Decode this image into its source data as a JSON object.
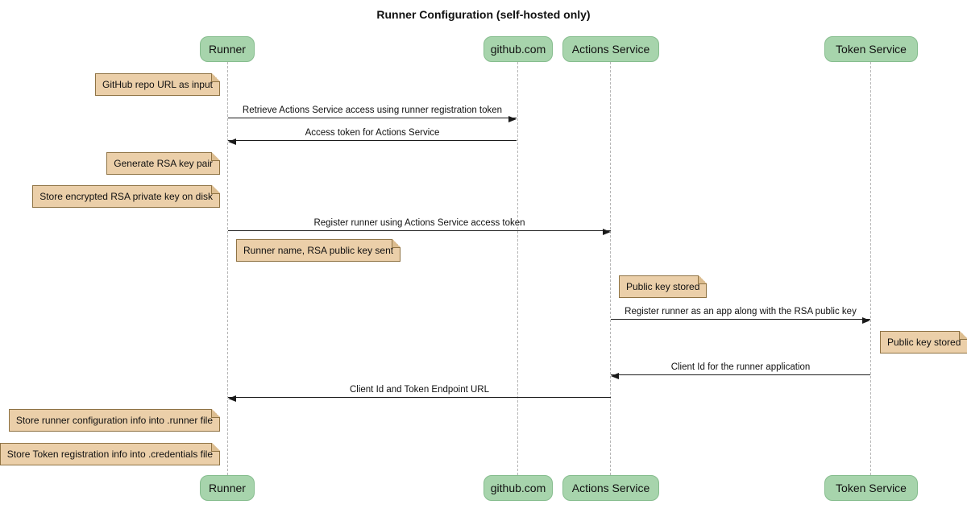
{
  "title": "Runner Configuration (self-hosted only)",
  "participants": [
    {
      "label": "Runner"
    },
    {
      "label": "github.com"
    },
    {
      "label": "Actions Service"
    },
    {
      "label": "Token Service"
    }
  ],
  "messages": [
    {
      "label": "Retrieve Actions Service access using runner registration token",
      "from": "Runner",
      "to": "github.com",
      "direction": "right"
    },
    {
      "label": "Access token for Actions Service",
      "from": "github.com",
      "to": "Runner",
      "direction": "left"
    },
    {
      "label": "Register runner using Actions Service access token",
      "from": "Runner",
      "to": "Actions Service",
      "direction": "right"
    },
    {
      "label": "Register runner as an app along with the RSA public key",
      "from": "Actions Service",
      "to": "Token Service",
      "direction": "right"
    },
    {
      "label": "Client Id for the runner application",
      "from": "Token Service",
      "to": "Actions Service",
      "direction": "left"
    },
    {
      "label": "Client Id and Token Endpoint URL",
      "from": "Actions Service",
      "to": "Runner",
      "direction": "left"
    }
  ],
  "notes": [
    {
      "label": "GitHub repo URL as input",
      "anchor": "left of Runner"
    },
    {
      "label": "Generate RSA key pair",
      "anchor": "left of Runner"
    },
    {
      "label": "Store encrypted RSA private key on disk",
      "anchor": "left of Runner"
    },
    {
      "label": "Runner name, RSA public key sent",
      "anchor": "right of Runner"
    },
    {
      "label": "Public key stored",
      "anchor": "right of Actions Service"
    },
    {
      "label": "Public key stored",
      "anchor": "right of Token Service"
    },
    {
      "label": "Store runner configuration info into .runner file",
      "anchor": "left of Runner"
    },
    {
      "label": "Store Token registration info into .credentials file",
      "anchor": "left of Runner"
    }
  ],
  "colors": {
    "participant_fill": "#a7d4ac",
    "participant_border": "#86bd8e",
    "note_fill": "#ebcfa9",
    "note_border": "#8f7344",
    "lifeline": "#b5b5b5",
    "arrow": "#1a1a1a",
    "background": "#ffffff"
  }
}
